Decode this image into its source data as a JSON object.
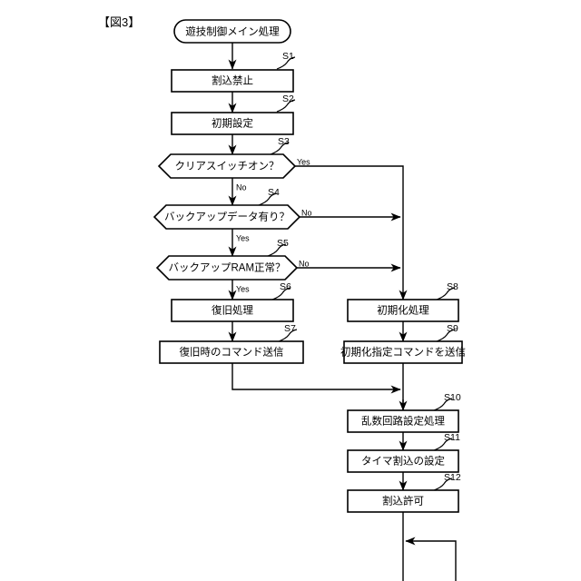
{
  "figure": {
    "label": "【図3】",
    "title_node": {
      "id": "start",
      "text": "遊技制御メイン処理",
      "shape": "terminator"
    }
  },
  "nodes": [
    {
      "id": "S1",
      "step": "S1",
      "text": "割込禁止",
      "shape": "process"
    },
    {
      "id": "S2",
      "step": "S2",
      "text": "初期設定",
      "shape": "process"
    },
    {
      "id": "S3",
      "step": "S3",
      "text": "クリアスイッチオン？",
      "shape": "decision"
    },
    {
      "id": "S4",
      "step": "S4",
      "text": "バックアップデータ有り？",
      "shape": "decision"
    },
    {
      "id": "S5",
      "step": "S5",
      "text": "バックアップRAM正常？",
      "shape": "decision"
    },
    {
      "id": "S6",
      "step": "S6",
      "text": "復旧処理",
      "shape": "process"
    },
    {
      "id": "S7",
      "step": "S7",
      "text": "復旧時のコマンド送信",
      "shape": "process"
    },
    {
      "id": "S8",
      "step": "S8",
      "text": "初期化処理",
      "shape": "process"
    },
    {
      "id": "S9",
      "step": "S9",
      "text": "初期化指定コマンドを送信",
      "shape": "process"
    },
    {
      "id": "S10",
      "step": "S10",
      "text": "乱数回路設定処理",
      "shape": "process"
    },
    {
      "id": "S11",
      "step": "S11",
      "text": "タイマ割込の設定",
      "shape": "process"
    },
    {
      "id": "S12",
      "step": "S12",
      "text": "割込許可",
      "shape": "process"
    }
  ],
  "edge_labels": {
    "s3_yes": "Yes",
    "s3_no": "No",
    "s4_no": "No",
    "s4_yes": "Yes",
    "s5_no": "No",
    "s5_yes": "Yes"
  },
  "colors": {
    "stroke": "#000000",
    "fill": "#ffffff",
    "background": "#ffffff"
  }
}
